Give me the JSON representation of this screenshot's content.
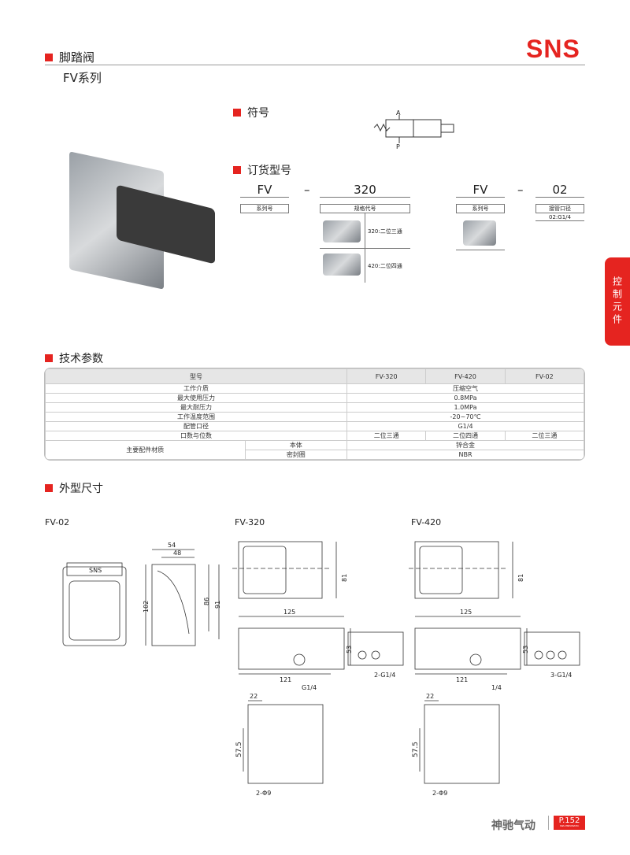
{
  "header": {
    "title": "脚踏阀",
    "series": "FV系列",
    "brand": "SNS"
  },
  "side_tab": "控制元件",
  "symbol": {
    "title": "符号",
    "port_a": "A",
    "port_p": "P"
  },
  "ordering": {
    "title": "订货型号",
    "left": {
      "series_code": "FV",
      "dash": "–",
      "spec_code": "320",
      "series_label": "系列号",
      "spec_label": "规格代号",
      "options": [
        "320:二位三通",
        "420:二位四通"
      ]
    },
    "right": {
      "series_code": "FV",
      "dash": "–",
      "port_code": "02",
      "series_label": "系列号",
      "port_label": "接管口径",
      "port_value": "02:G1/4"
    }
  },
  "specs": {
    "title": "技术参数",
    "header": [
      "型号",
      "FV-320",
      "FV-420",
      "FV-02"
    ],
    "rows": [
      {
        "label": "工作介质",
        "value": "压缩空气"
      },
      {
        "label": "最大使用压力",
        "value": "0.8MPa"
      },
      {
        "label": "最大耐压力",
        "value": "1.0MPa"
      },
      {
        "label": "工作温度范围",
        "value": "-20~70℃"
      },
      {
        "label": "配管口径",
        "value": "G1/4"
      }
    ],
    "ports": {
      "label": "口数与位数",
      "values": [
        "二位三通",
        "二位四通",
        "二位三通"
      ]
    },
    "material": {
      "label": "主要配件材质",
      "body_label": "本体",
      "body_value": "锌合金",
      "seal_label": "密封圈",
      "seal_value": "NBR"
    }
  },
  "dimensions": {
    "title": "外型尺寸",
    "fv02": {
      "label": "FV-02",
      "brand": "SNS",
      "d54": "54",
      "d48": "48",
      "d102": "102",
      "d86": "86",
      "d91": "91"
    },
    "fv320": {
      "label": "FV-320",
      "d81": "81",
      "d125": "125",
      "d53": "53",
      "d121": "121",
      "port": "G1/4",
      "ports": "2-G1/4",
      "d22": "22",
      "d575": "57.5",
      "holes": "2-Φ9"
    },
    "fv420": {
      "label": "FV-420",
      "d81": "81",
      "d125": "125",
      "d53": "53",
      "d121": "121",
      "port": "1/4",
      "ports": "3-G1/4",
      "d22": "22",
      "d575": "57.5",
      "holes": "2-Φ9"
    }
  },
  "footer": {
    "company": "神驰气动",
    "page": "P.152",
    "sub": "SNS PNEUMATIC"
  }
}
